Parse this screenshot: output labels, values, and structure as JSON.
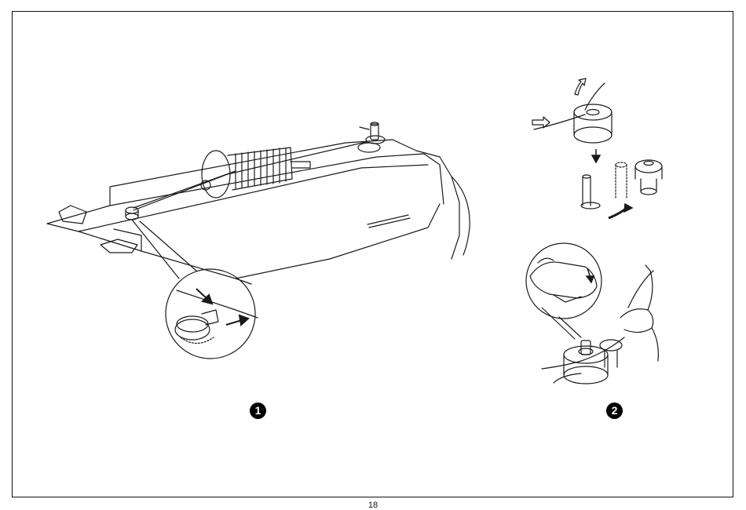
{
  "steps": {
    "step1_marker": "1",
    "step2_marker": "2"
  },
  "icons": {
    "step1": "sewing-machine-thread-guide-illustration",
    "step2": "bobbin-winder-illustration"
  },
  "page": {
    "number": "18"
  },
  "colors": {
    "line": "#1a1a1a",
    "background": "#ffffff"
  }
}
